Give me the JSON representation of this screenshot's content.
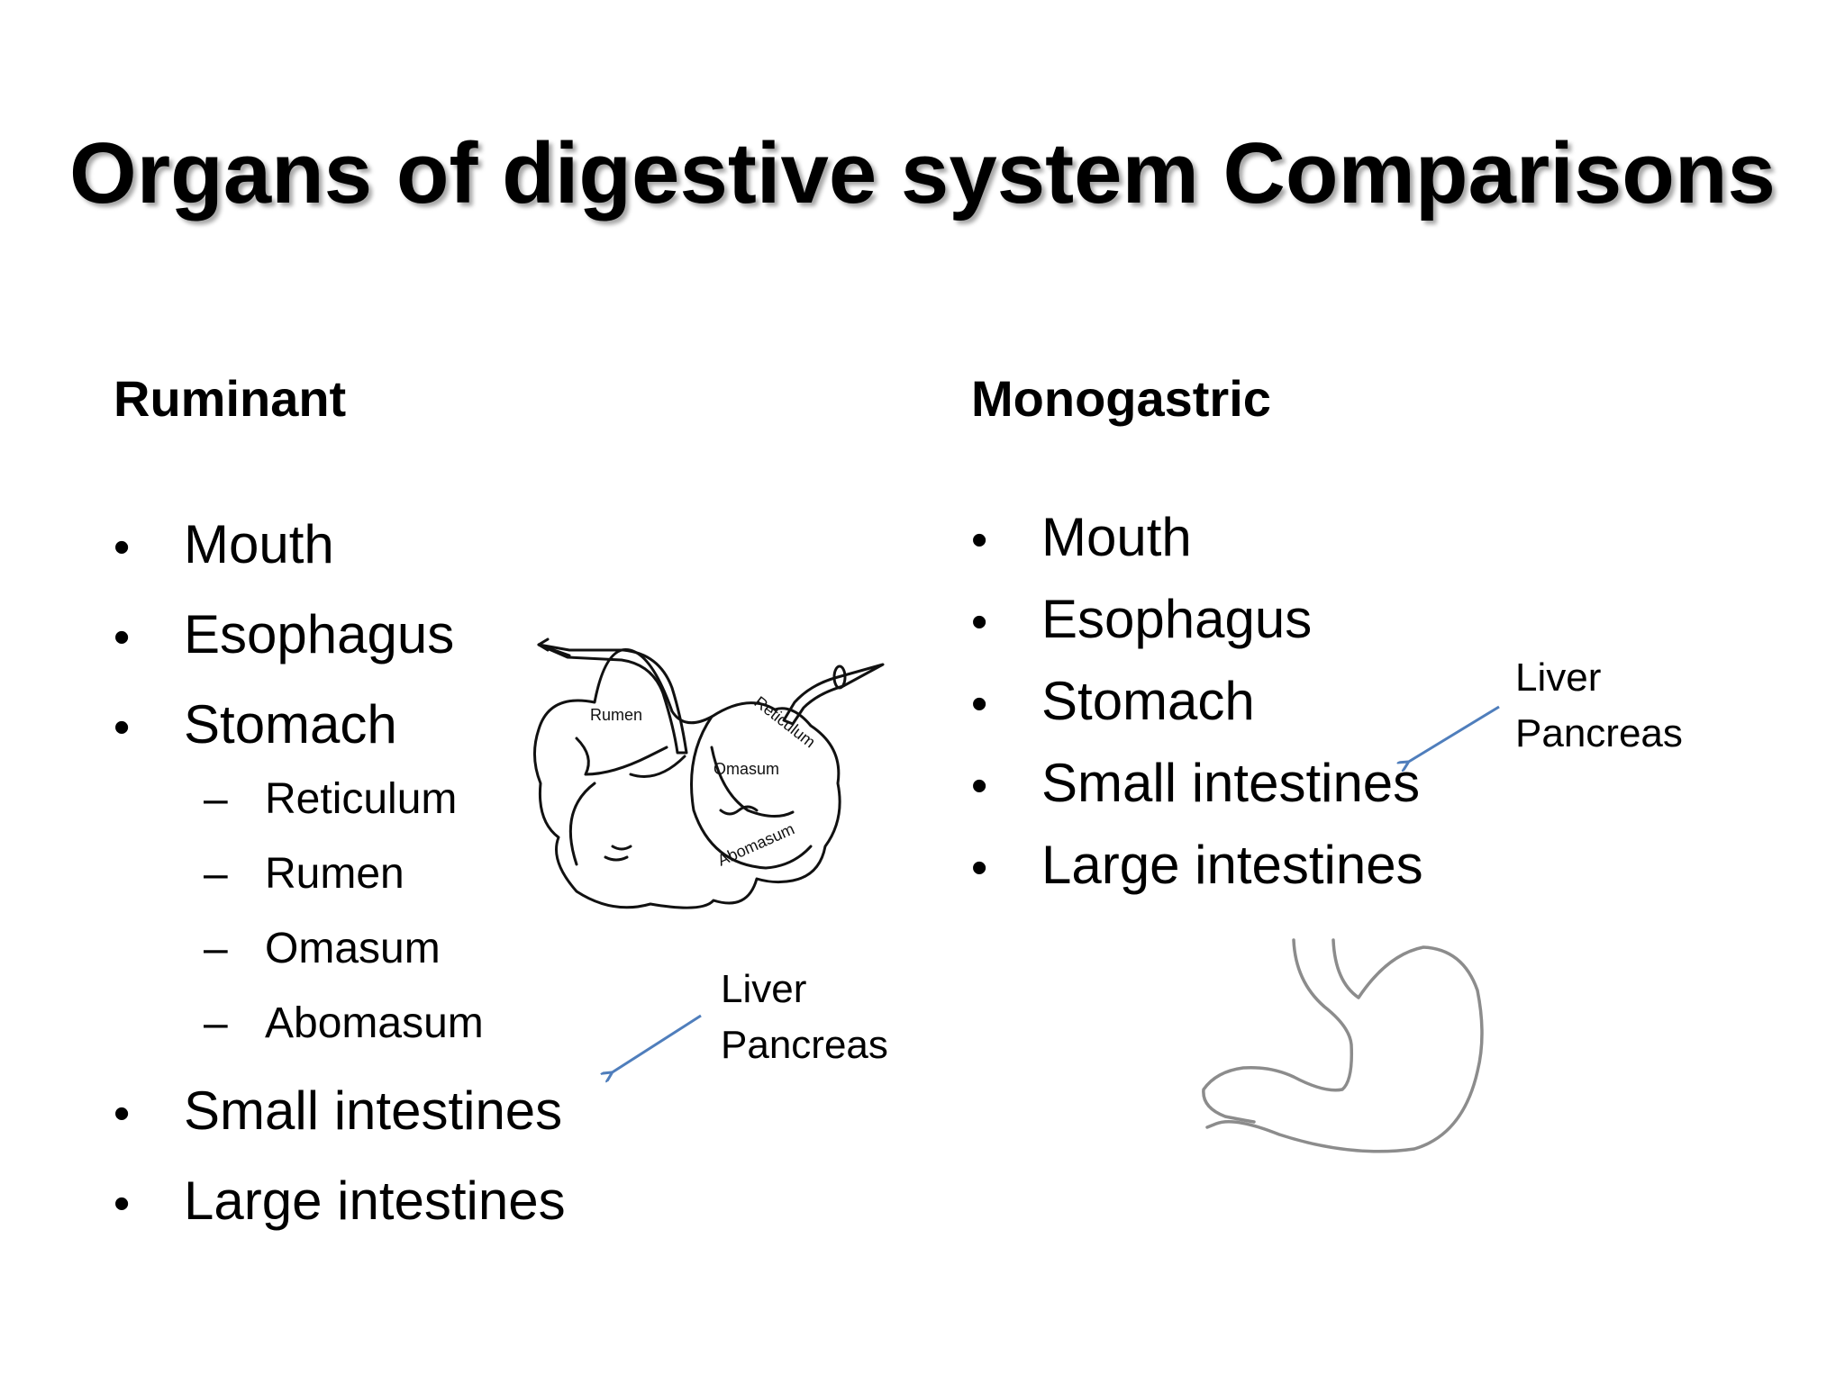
{
  "slide": {
    "title": "Organs of digestive system Comparisons"
  },
  "ruminant": {
    "heading": "Ruminant",
    "items": [
      {
        "label": "Mouth"
      },
      {
        "label": "Esophagus"
      },
      {
        "label": "Stomach"
      },
      {
        "label": "Reticulum"
      },
      {
        "label": "Rumen"
      },
      {
        "label": "Omasum"
      },
      {
        "label": "Abomasum"
      },
      {
        "label": "Small intestines"
      },
      {
        "label": "Large intestines"
      }
    ],
    "note": {
      "line1": "Liver",
      "line2": "Pancreas"
    },
    "diagram_labels": {
      "rumen": "Rumen",
      "reticulum": "Reticulum",
      "omasum": "Omasum",
      "abomasum": "Abomasum"
    }
  },
  "monogastric": {
    "heading": "Monogastric",
    "items": [
      {
        "label": "Mouth"
      },
      {
        "label": "Esophagus"
      },
      {
        "label": "Stomach"
      },
      {
        "label": "Small intestines"
      },
      {
        "label": "Large intestines"
      }
    ],
    "note": {
      "line1": "Liver",
      "line2": "Pancreas"
    }
  },
  "colors": {
    "arrow": "#4f7ebc",
    "text": "#000000",
    "stomach_outline": "#8c8c8c"
  }
}
